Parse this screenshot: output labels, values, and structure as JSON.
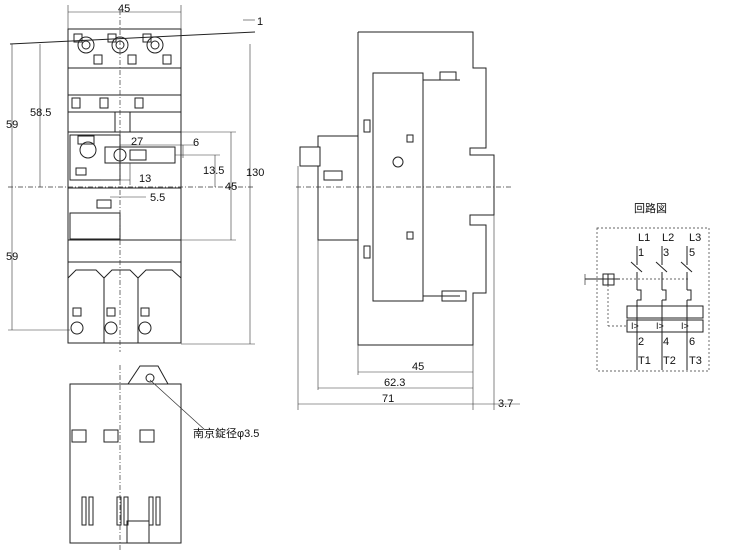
{
  "front_view": {
    "dim_width": "45",
    "dim_top_offset": "1",
    "dim_height_total": "130",
    "dim_upper_half": "59",
    "dim_lower_half": "59",
    "dim_to_center": "58.5",
    "dim_knob_span": "27",
    "dim_knob_gap": "6",
    "dim_knob_height": "13.5",
    "dim_knob_offset": "13",
    "dim_knob_small": "5.5",
    "dim_middle_height": "45"
  },
  "side_view": {
    "dim_rail": "45",
    "dim_depth": "62.3",
    "dim_total_depth": "71",
    "dim_knob_protrusion": "3.7"
  },
  "bottom_view": {
    "hole_note": "南京錠径φ3.5"
  },
  "circuit": {
    "title": "回路図",
    "line_terminals": [
      "L1",
      "L2",
      "L3"
    ],
    "line_numbers": [
      "1",
      "3",
      "5"
    ],
    "load_numbers": [
      "2",
      "4",
      "6"
    ],
    "load_terminals": [
      "T1",
      "T2",
      "T3"
    ]
  }
}
